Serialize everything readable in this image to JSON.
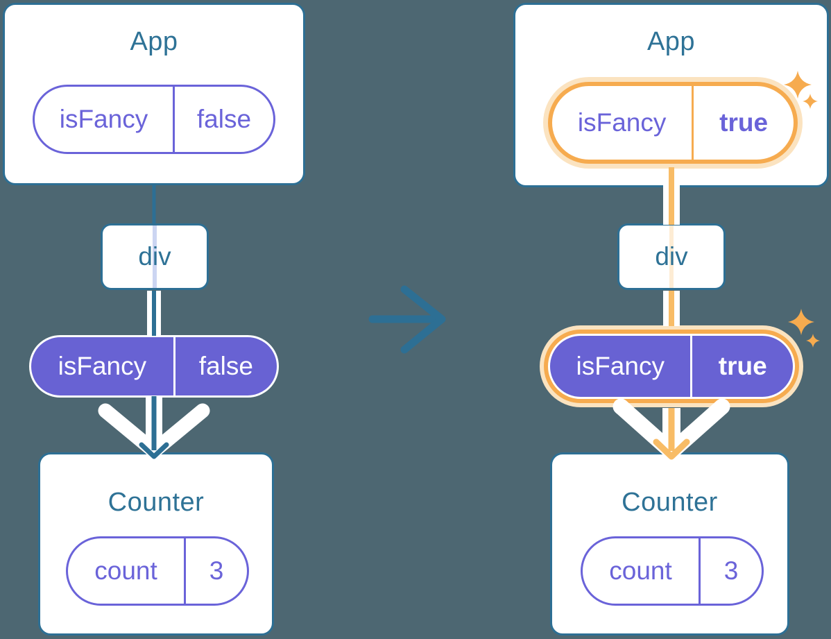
{
  "colors": {
    "background": "#4d6772",
    "card-bg": "#ffffff",
    "card-border": "#2d6f94",
    "title-text": "#2e7296",
    "purple": "#6a63d9",
    "purple-fill": "#6862d3",
    "blue-line": "#2d6f94",
    "white-line": "#ffffff",
    "orange": "#f6ab4f",
    "orange-line": "#f8bc66",
    "orange-pale": "#fbe3c0",
    "peach-faint": "#fdecd4",
    "lavender-faint": "#ccd5f2"
  },
  "icons": {
    "transition": "arrow-right-icon",
    "highlight": "sparkle-icon"
  },
  "before": {
    "app": {
      "title": "App",
      "state": {
        "name": "isFancy",
        "value": "false"
      }
    },
    "div": {
      "label": "div"
    },
    "prop": {
      "name": "isFancy",
      "value": "false"
    },
    "counter": {
      "title": "Counter",
      "state": {
        "name": "count",
        "value": "3"
      }
    }
  },
  "after": {
    "app": {
      "title": "App",
      "state": {
        "name": "isFancy",
        "value": "true"
      }
    },
    "div": {
      "label": "div"
    },
    "prop": {
      "name": "isFancy",
      "value": "true"
    },
    "counter": {
      "title": "Counter",
      "state": {
        "name": "count",
        "value": "3"
      }
    }
  }
}
